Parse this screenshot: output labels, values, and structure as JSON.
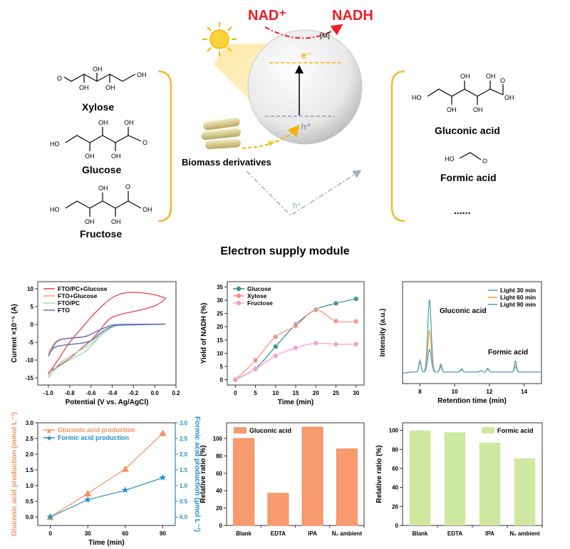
{
  "scheme": {
    "nad_plus": "NAD⁺",
    "nadh": "NADH",
    "mediator": "[M]",
    "electron": "e⁻",
    "hole": "h⁺",
    "biomass_label": "Biomass derivatives",
    "module_title": "Electron supply module",
    "reactants": [
      "Xylose",
      "Glucose",
      "Fructose"
    ],
    "products": [
      "Gluconic acid",
      "Formic acid",
      "......"
    ],
    "atom_oh": "OH",
    "atom_ho": "HO",
    "atom_o": "O",
    "colors": {
      "nad": "#ee1c24",
      "electron": "#f5b400",
      "hole": "#8fa3b5",
      "bracket": "#f5b830"
    }
  },
  "chart_data": [
    {
      "type": "line",
      "title": "",
      "xlabel": "Potential (V vs. Ag/AgCl)",
      "ylabel": "Current ×10⁻⁵ (A)",
      "xlim": [
        -1.1,
        0.2
      ],
      "ylim": [
        -17,
        12
      ],
      "xticks": [
        -1.0,
        -0.8,
        -0.6,
        -0.4,
        -0.2,
        0.0,
        0.2
      ],
      "xtick_labels": [
        "-1.0",
        "-0.8",
        "-0.6",
        "-0.4",
        "-0.2",
        "0.0",
        "0.2"
      ],
      "yticks": [
        -15,
        -10,
        -5,
        0,
        5,
        10
      ],
      "ytick_labels": [
        "-15",
        "-10",
        "-5",
        "0",
        "5",
        "10"
      ],
      "legend": "top-left",
      "series": [
        {
          "name": "FTO/PC+Glucose",
          "color": "#e8414f",
          "points": [
            [
              -1.0,
              -14
            ],
            [
              -0.9,
              -9.5
            ],
            [
              -0.8,
              -5
            ],
            [
              -0.7,
              -1.5
            ],
            [
              -0.6,
              2
            ],
            [
              -0.5,
              5
            ],
            [
              -0.4,
              7.5
            ],
            [
              -0.3,
              8.7
            ],
            [
              -0.2,
              9
            ],
            [
              -0.1,
              8.8
            ],
            [
              0.0,
              8.3
            ],
            [
              0.08,
              7.6
            ],
            [
              0.1,
              7.3
            ],
            [
              0.06,
              6.2
            ],
            [
              0.0,
              5.2
            ],
            [
              -0.1,
              4.3
            ],
            [
              -0.2,
              3.6
            ],
            [
              -0.3,
              3
            ],
            [
              -0.4,
              2
            ],
            [
              -0.45,
              0.8
            ],
            [
              -0.5,
              -1
            ],
            [
              -0.6,
              -4.5
            ],
            [
              -0.7,
              -7
            ],
            [
              -0.8,
              -9.5
            ],
            [
              -0.9,
              -11.5
            ],
            [
              -1.0,
              -13.5
            ]
          ]
        },
        {
          "name": "FTO+Glucose",
          "color": "#f5a05a",
          "points": [
            [
              -1.0,
              -8
            ],
            [
              -0.95,
              -5.5
            ],
            [
              -0.9,
              -4.3
            ],
            [
              -0.8,
              -3.8
            ],
            [
              -0.65,
              -3.3
            ],
            [
              -0.55,
              -2
            ],
            [
              -0.45,
              -0.7
            ],
            [
              -0.4,
              -0.2
            ],
            [
              -0.3,
              0
            ],
            [
              0.1,
              0.1
            ],
            [
              -0.3,
              -0.2
            ],
            [
              -0.4,
              -0.6
            ],
            [
              -0.5,
              -2.2
            ],
            [
              -0.6,
              -4.5
            ],
            [
              -0.7,
              -5.3
            ],
            [
              -0.85,
              -5.8
            ],
            [
              -0.95,
              -6.5
            ],
            [
              -1.0,
              -8.5
            ]
          ]
        },
        {
          "name": "FTO/PC",
          "color": "#9fd8b0",
          "points": [
            [
              -1.0,
              -15
            ],
            [
              -0.9,
              -11
            ],
            [
              -0.8,
              -9
            ],
            [
              -0.7,
              -7.2
            ],
            [
              -0.6,
              -5.5
            ],
            [
              -0.5,
              -2.5
            ],
            [
              -0.4,
              -0.3
            ],
            [
              -0.3,
              0
            ],
            [
              0.1,
              0
            ],
            [
              -0.3,
              -0.2
            ],
            [
              -0.4,
              -0.8
            ],
            [
              -0.5,
              -3
            ],
            [
              -0.55,
              -4.5
            ],
            [
              -0.65,
              -7.5
            ],
            [
              -0.8,
              -10
            ],
            [
              -0.9,
              -11.8
            ],
            [
              -1.0,
              -14.5
            ]
          ]
        },
        {
          "name": "FTO",
          "color": "#5b72c9",
          "points": [
            [
              -1.0,
              -9
            ],
            [
              -0.95,
              -6
            ],
            [
              -0.9,
              -4.5
            ],
            [
              -0.8,
              -3.9
            ],
            [
              -0.65,
              -3.4
            ],
            [
              -0.55,
              -2
            ],
            [
              -0.45,
              -0.7
            ],
            [
              -0.4,
              -0.2
            ],
            [
              -0.3,
              0
            ],
            [
              0.1,
              0.1
            ],
            [
              -0.3,
              -0.2
            ],
            [
              -0.4,
              -0.6
            ],
            [
              -0.5,
              -2.2
            ],
            [
              -0.6,
              -4.6
            ],
            [
              -0.7,
              -5.3
            ],
            [
              -0.85,
              -5.8
            ],
            [
              -0.95,
              -6.6
            ],
            [
              -1.0,
              -9
            ]
          ]
        }
      ]
    },
    {
      "type": "line",
      "xlabel": "Time (min)",
      "ylabel": "Yield of NADH (%)",
      "xlim": [
        -2,
        32
      ],
      "ylim": [
        -2,
        37
      ],
      "xticks": [
        0,
        5,
        10,
        15,
        20,
        25,
        30
      ],
      "xtick_labels": [
        "0",
        "5",
        "10",
        "15",
        "20",
        "25",
        "30"
      ],
      "yticks": [
        0,
        5,
        10,
        15,
        20,
        25,
        30,
        35
      ],
      "ytick_labels": [
        "0",
        "5",
        "10",
        "15",
        "20",
        "25",
        "30",
        "35"
      ],
      "legend": "top-left",
      "x": [
        0,
        5,
        10,
        15,
        20,
        25,
        30
      ],
      "series": [
        {
          "name": "Glucose",
          "color": "#2f8f8f",
          "values": [
            0,
            4.2,
            12.5,
            20.8,
            26.5,
            28.8,
            30.5
          ]
        },
        {
          "name": "Xylose",
          "color": "#f4907a",
          "values": [
            0,
            7.3,
            16.2,
            20.3,
            26.3,
            22.1,
            22
          ]
        },
        {
          "name": "Fructose",
          "color": "#f59cc8",
          "values": [
            0,
            4,
            9,
            12,
            13.8,
            13.4,
            13.4
          ]
        }
      ]
    },
    {
      "type": "line",
      "xlabel": "Retention time (min)",
      "ylabel": "Intensity (a.u.)",
      "xlim": [
        7,
        15
      ],
      "xticks": [
        8,
        10,
        12,
        14
      ],
      "xtick_labels": [
        "8",
        "10",
        "12",
        "14"
      ],
      "legend": "top-right",
      "annotations": [
        "Gluconic acid",
        "Formic acid"
      ],
      "series": [
        {
          "name": "Light 30 min",
          "color": "#4aa3df",
          "peaks": [
            [
              8.0,
              1.0
            ],
            [
              8.55,
              2.3
            ],
            [
              9.2,
              0.5
            ],
            [
              10.4,
              0.25
            ],
            [
              11.5,
              0.15
            ],
            [
              11.9,
              0.3
            ],
            [
              13.5,
              0.55
            ]
          ]
        },
        {
          "name": "Light 60 min",
          "color": "#f5a030",
          "peaks": [
            [
              8.0,
              1.1
            ],
            [
              8.55,
              4.2
            ],
            [
              9.2,
              0.6
            ],
            [
              10.4,
              0.3
            ],
            [
              11.5,
              0.15
            ],
            [
              11.9,
              0.35
            ],
            [
              13.5,
              0.8
            ]
          ]
        },
        {
          "name": "Light 90 min",
          "color": "#3aa6a6",
          "peaks": [
            [
              8.0,
              1.2
            ],
            [
              8.55,
              7.3
            ],
            [
              9.2,
              0.8
            ],
            [
              10.4,
              0.35
            ],
            [
              11.5,
              0.15
            ],
            [
              11.9,
              0.4
            ],
            [
              13.5,
              1.15
            ]
          ]
        }
      ]
    },
    {
      "type": "line",
      "xlabel": "Time (min)",
      "ylabel": "Gluconic acid production (mmol L⁻¹)",
      "ylabel_right": "Formic acid production (μmol L⁻¹)",
      "xlim": [
        -10,
        100
      ],
      "ylim": [
        -0.27,
        3.0
      ],
      "xticks": [
        0,
        30,
        60,
        90
      ],
      "xtick_labels": [
        "0",
        "30",
        "60",
        "90"
      ],
      "yticks": [
        0,
        0.5,
        1,
        1.5,
        2,
        2.5,
        3
      ],
      "ytick_labels": [
        "0.0",
        "0.5",
        "1.0",
        "1.5",
        "2.0",
        "2.5",
        "3.0"
      ],
      "legend": "top-left",
      "x": [
        0,
        30,
        60,
        90
      ],
      "series": [
        {
          "name": "Gluconic acid production",
          "color": "#f59060",
          "marker": "triangle",
          "axis": "left",
          "values": [
            0,
            0.75,
            1.53,
            2.67
          ]
        },
        {
          "name": "Formic acid production",
          "color": "#1f8fc8",
          "marker": "star",
          "axis": "right",
          "values": [
            0,
            0.55,
            0.85,
            1.25
          ]
        }
      ]
    },
    {
      "type": "bar",
      "xlabel": "",
      "ylabel": "Relative ratio (%)",
      "ylim": [
        0,
        118
      ],
      "yticks": [
        0,
        20,
        40,
        60,
        80,
        100
      ],
      "ytick_labels": [
        "0",
        "20",
        "40",
        "60",
        "80",
        "100"
      ],
      "categories": [
        "Blank",
        "EDTA",
        "IPA",
        "N₂ ambient"
      ],
      "legend": "top-left",
      "series": [
        {
          "name": "Gluconic acid",
          "color": "#f79b6e",
          "values": [
            100,
            37,
            113,
            88
          ]
        }
      ]
    },
    {
      "type": "bar",
      "xlabel": "",
      "ylabel": "Relative ratio (%)",
      "ylim": [
        0,
        108
      ],
      "yticks": [
        0,
        20,
        40,
        60,
        80,
        100
      ],
      "ytick_labels": [
        "0",
        "20",
        "40",
        "60",
        "80",
        "100"
      ],
      "categories": [
        "Blank",
        "EDTA",
        "IPA",
        "N₂ ambient"
      ],
      "legend": "top-right",
      "series": [
        {
          "name": "Formic acid",
          "color": "#cfe8a0",
          "values": [
            100,
            98,
            87,
            70.5
          ]
        }
      ]
    }
  ]
}
